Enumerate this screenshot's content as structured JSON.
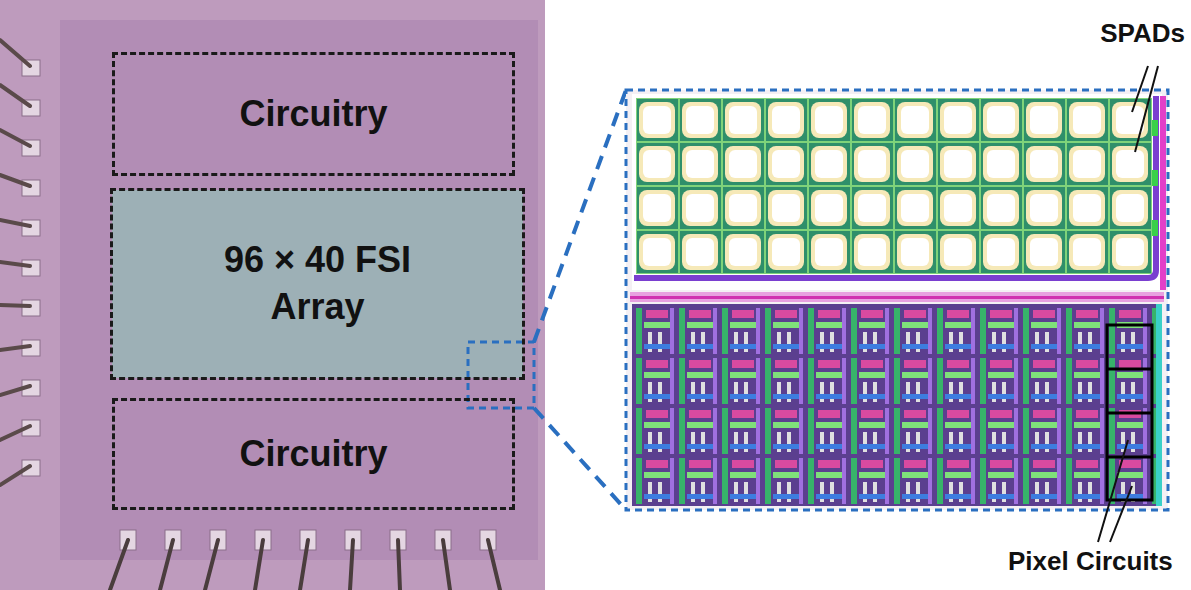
{
  "diagram": {
    "nodes": [
      {
        "text": [
          "Circuitry"
        ]
      },
      {
        "text": [
          "96 × 40 FSI Array"
        ]
      },
      {
        "text": [
          "Circuitry"
        ]
      }
    ],
    "labels": [
      "SPADs",
      "Pixel Circuits"
    ]
  }
}
